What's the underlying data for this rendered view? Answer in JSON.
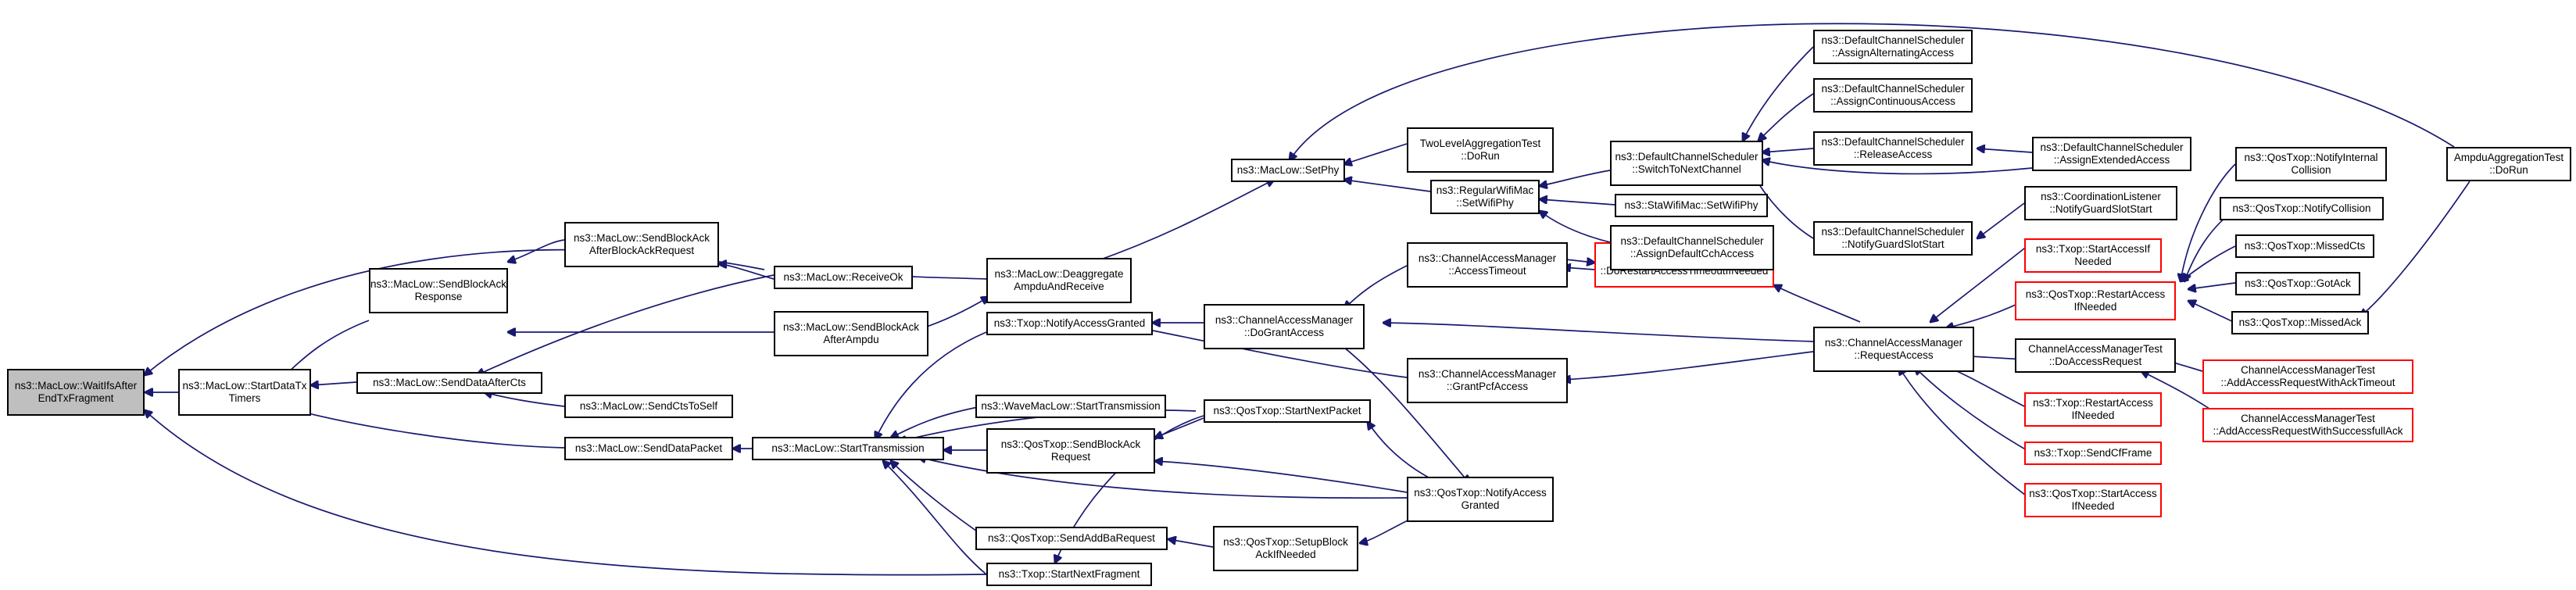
{
  "colors": {
    "edge": "#191970",
    "node_border": "#000000",
    "node_border_incomplete": "#ff0000",
    "root_fill": "#bfbfbf"
  },
  "nodes": {
    "root": "ns3::MacLow::WaitIfsAfter\nEndTxFragment",
    "start_data_tx_timers": "ns3::MacLow::StartDataTx\nTimers",
    "send_block_ack_response": "ns3::MacLow::SendBlockAck\nResponse",
    "send_data_after_cts": "ns3::MacLow::SendDataAfterCts",
    "send_data_packet": "ns3::MacLow::SendDataPacket",
    "send_block_ack_after_block_ack_request": "ns3::MacLow::SendBlockAck\nAfterBlockAckRequest",
    "send_cts_to_self": "ns3::MacLow::SendCtsToSelf",
    "receive_ok": "ns3::MacLow::ReceiveOk",
    "send_block_ack_after_ampdu": "ns3::MacLow::SendBlockAck\nAfterAmpdu",
    "start_transmission": "ns3::MacLow::StartTransmission",
    "deaggregate_ampdu_and_receive": "ns3::MacLow::Deaggregate\nAmpduAndReceive",
    "txop_notify_access_granted": "ns3::Txop::NotifyAccessGranted",
    "wave_mac_low_start_transmission": "ns3::WaveMacLow::StartTransmission",
    "qostxop_send_block_ack_request": "ns3::QosTxop::SendBlockAck\nRequest",
    "qostxop_send_addba_request": "ns3::QosTxop::SendAddBaRequest",
    "txop_start_next_fragment": "ns3::Txop::StartNextFragment",
    "qostxop_start_next_packet": "ns3::QosTxop::StartNextPacket",
    "qostxop_setup_block_ack_if_needed": "ns3::QosTxop::SetupBlock\nAckIfNeeded",
    "qostxop_notify_access_granted": "ns3::QosTxop::NotifyAccess\nGranted",
    "cam_do_grant_access": "ns3::ChannelAccessManager\n::DoGrantAccess",
    "cam_grant_pcf_access": "ns3::ChannelAccessManager\n::GrantPcfAccess",
    "mac_low_set_phy": "ns3::MacLow::SetPhy",
    "cam_access_timeout": "ns3::ChannelAccessManager\n::AccessTimeout",
    "two_level_aggregation_test_do_run": "TwoLevelAggregationTest\n::DoRun",
    "regular_wifi_mac_set_wifi_phy": "ns3::RegularWifiMac\n::SetWifiPhy",
    "cam_do_restart_access_timeout_if_needed": "ns3::ChannelAccessManager\n::DoRestartAccessTimeoutIfNeeded",
    "dcs_switch_to_next_channel": "ns3::DefaultChannelScheduler\n::SwitchToNextChannel",
    "sta_wifi_mac_set_wifi_phy": "ns3::StaWifiMac::SetWifiPhy",
    "dcs_assign_default_cch_access": "ns3::DefaultChannelScheduler\n::AssignDefaultCchAccess",
    "dcs_assign_alternating_access": "ns3::DefaultChannelScheduler\n::AssignAlternatingAccess",
    "dcs_assign_continuous_access": "ns3::DefaultChannelScheduler\n::AssignContinuousAccess",
    "dcs_release_access": "ns3::DefaultChannelScheduler\n::ReleaseAccess",
    "dcs_notify_guard_slot_start": "ns3::DefaultChannelScheduler\n::NotifyGuardSlotStart",
    "cam_request_access": "ns3::ChannelAccessManager\n::RequestAccess",
    "dcs_assign_extended_access": "ns3::DefaultChannelScheduler\n::AssignExtendedAccess",
    "coordination_listener_notify_guard_slot_start": "ns3::CoordinationListener\n::NotifyGuardSlotStart",
    "txop_start_access_if_needed": "ns3::Txop::StartAccessIf\nNeeded",
    "qostxop_restart_access_if_needed": "ns3::QosTxop::RestartAccess\nIfNeeded",
    "camtest_do_access_request": "ChannelAccessManagerTest\n::DoAccessRequest",
    "txop_restart_access_if_needed": "ns3::Txop::RestartAccess\nIfNeeded",
    "txop_send_cf_frame": "ns3::Txop::SendCfFrame",
    "qostxop_start_access_if_needed": "ns3::QosTxop::StartAccess\nIfNeeded",
    "qostxop_notify_internal_collision": "ns3::QosTxop::NotifyInternal\nCollision",
    "qostxop_notify_collision": "ns3::QosTxop::NotifyCollision",
    "qostxop_missed_cts": "ns3::QosTxop::MissedCts",
    "qostxop_got_ack": "ns3::QosTxop::GotAck",
    "qostxop_missed_ack": "ns3::QosTxop::MissedAck",
    "camtest_add_access_request_with_ack_timeout": "ChannelAccessManagerTest\n::AddAccessRequestWithAckTimeout",
    "camtest_add_access_request_with_successfull_ack": "ChannelAccessManagerTest\n::AddAccessRequestWithSuccessfullAck",
    "ampdu_aggregation_test_do_run": "AmpduAggregationTest\n::DoRun"
  }
}
